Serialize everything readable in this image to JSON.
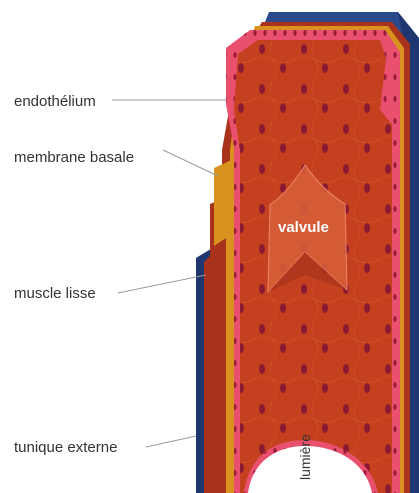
{
  "labels": {
    "endothelium": "endothélium",
    "basement_membrane": "membrane basale",
    "smooth_muscle": "muscle lisse",
    "outer_tunic": "tunique externe",
    "valve": "valvule",
    "lumen": "lumière"
  },
  "colors": {
    "outer_tunic": "#2b4a8c",
    "outer_tunic_dark": "#1f3670",
    "smooth_muscle": "#a8321c",
    "basement_membrane": "#d9921e",
    "endothelium": "#e8506e",
    "lumen_wall": "#c4401e",
    "cell_nucleus": "#8a1a32",
    "leader_line": "#9a9a9a"
  }
}
